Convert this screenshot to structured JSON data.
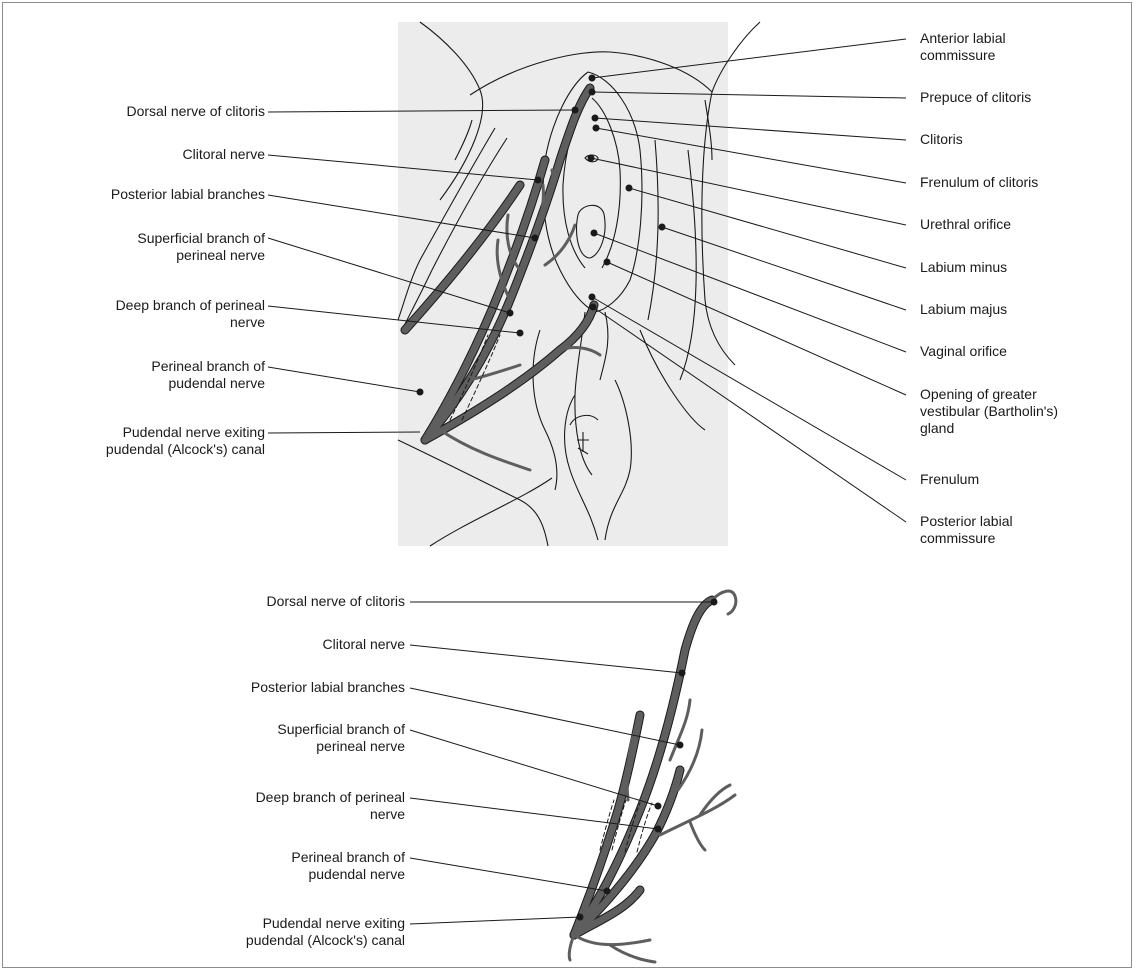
{
  "top_left_labels": [
    "Dorsal nerve of clitoris",
    "Clitoral nerve",
    "Posterior labial branches",
    "Superficial branch of\nperineal nerve",
    "Deep branch of perineal\nnerve",
    "Perineal branch of\npudendal nerve",
    "Pudendal nerve exiting\npudendal (Alcock's) canal"
  ],
  "top_right_labels": [
    "Anterior labial\ncommissure",
    "Prepuce of clitoris",
    "Clitoris",
    "Frenulum of clitoris",
    "Urethral orifice",
    "Labium minus",
    "Labium majus",
    "Vaginal orifice",
    "Opening of greater\nvestibular (Bartholin's)\ngland",
    "Frenulum",
    "Posterior labial\ncommissure"
  ],
  "bottom_labels": [
    "Dorsal nerve of clitoris",
    "Clitoral nerve",
    "Posterior labial branches",
    "Superficial branch of\nperineal nerve",
    "Deep branch of perineal\nnerve",
    "Perineal branch of\npudendal nerve",
    "Pudendal nerve exiting\npudendal (Alcock's) canal"
  ],
  "colors": {
    "background_panel": "#ececec",
    "nerve": "#5e5e5e",
    "line": "#1a1a1a"
  }
}
